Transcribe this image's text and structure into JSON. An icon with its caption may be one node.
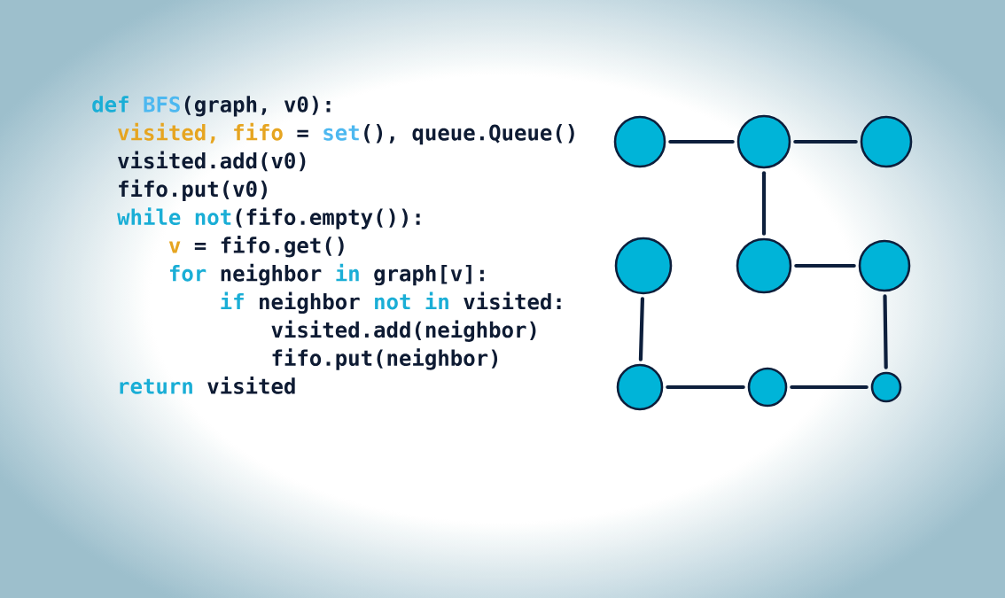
{
  "diagram": {
    "nodes": [
      {
        "text": [],
        "shape": "circle"
      },
      {
        "text": [],
        "shape": "circle"
      },
      {
        "text": [],
        "shape": "circle"
      },
      {
        "text": [],
        "shape": "circle"
      },
      {
        "text": [],
        "shape": "circle"
      },
      {
        "text": [],
        "shape": "circle"
      },
      {
        "text": [],
        "shape": "circle"
      },
      {
        "text": [],
        "shape": "circle"
      },
      {
        "text": [],
        "shape": "circle"
      }
    ],
    "edges": [
      {
        "from": 0,
        "to": 1,
        "arrow": "none"
      },
      {
        "from": 1,
        "to": 2,
        "arrow": "none"
      },
      {
        "from": 1,
        "to": 4,
        "arrow": "none"
      },
      {
        "from": 3,
        "to": 6,
        "arrow": "none"
      },
      {
        "from": 4,
        "to": 5,
        "arrow": "none"
      },
      {
        "from": 5,
        "to": 8,
        "arrow": "none"
      },
      {
        "from": 6,
        "to": 7,
        "arrow": "none"
      },
      {
        "from": 7,
        "to": 8,
        "arrow": "none"
      }
    ],
    "labels": [
      "def",
      "BFS",
      "(graph, v0):",
      "visited, fifo",
      "=",
      "set",
      "(), queue.Queue()",
      "visited.add(v0)",
      "fifo.put(v0)",
      "while not",
      "(fifo.empty()):",
      "v",
      "= fifo.get()",
      "for",
      "neighbor",
      "in",
      "graph[v]:",
      "if",
      "neighbor",
      "not in",
      "visited:",
      "visited.add(neighbor)",
      "fifo.put(neighbor)",
      "return",
      "visited"
    ]
  }
}
